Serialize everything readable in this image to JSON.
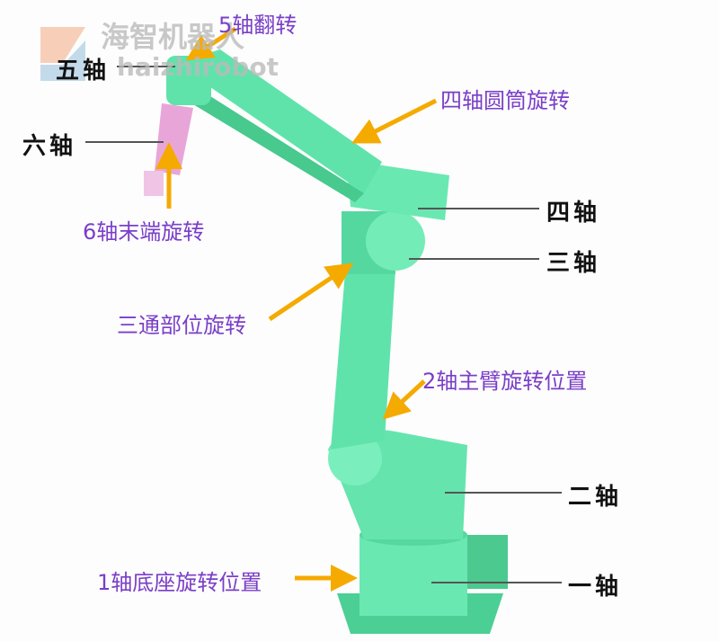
{
  "watermark": {
    "brand_cn": "海智机器人",
    "brand_en": "haizhirobot"
  },
  "colors": {
    "arm": "#5fe3ab",
    "label": "#7a3fc8",
    "arrow": "#f5aa00",
    "line": "#555555"
  },
  "labels": {
    "axis5": "五轴",
    "axis6": "六轴",
    "axis4": "四轴",
    "axis3": "三轴",
    "axis2": "二轴",
    "axis1": "一轴",
    "flip5": "5轴翻转",
    "rot4": "四轴圆筒旋转",
    "rot6": "6轴末端旋转",
    "tee": "三通部位旋转",
    "arm2": "2轴主臂旋转位置",
    "base1": "1轴底座旋转位置"
  }
}
